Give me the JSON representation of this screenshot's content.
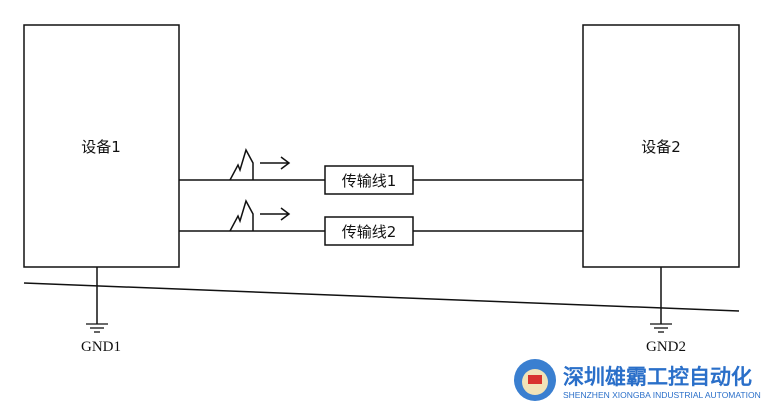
{
  "devices": [
    {
      "label": "设备1"
    },
    {
      "label": "设备2"
    }
  ],
  "lines": [
    {
      "label": "传输线1"
    },
    {
      "label": "传输线2"
    }
  ],
  "grounds": [
    {
      "label": "GND1"
    },
    {
      "label": "GND2"
    }
  ],
  "watermark": {
    "name_cn": "深圳雄霸工控自动化",
    "name_en": "SHENZHEN XIONGBA INDUSTRIAL AUTOMATION",
    "color": "#2a6fc9"
  }
}
